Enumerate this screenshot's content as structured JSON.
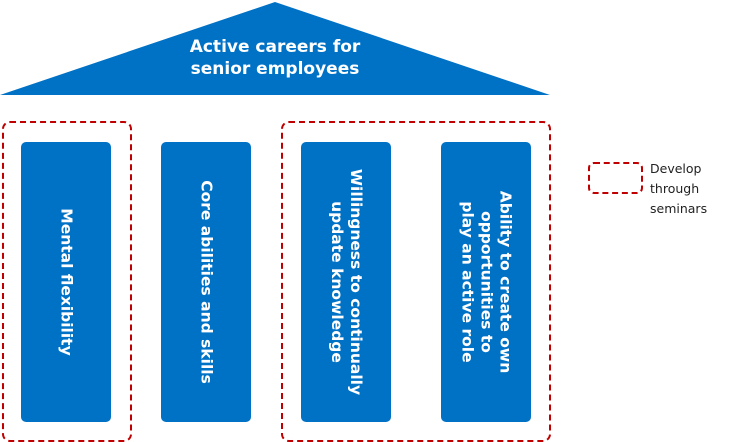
{
  "roof": {
    "title_lines": [
      "Active careers for",
      "senior employees"
    ]
  },
  "pillars": [
    {
      "lines": [
        "Mental flexibility"
      ]
    },
    {
      "lines": [
        "Core abilities and skills"
      ]
    },
    {
      "lines": [
        "Willingness to continually",
        "update knowledge"
      ]
    },
    {
      "lines": [
        "Ability to create own",
        "opportunities to",
        "play an active role"
      ]
    }
  ],
  "legend": {
    "label_lines": [
      "Develop through",
      "seminars"
    ]
  },
  "colors": {
    "pillar_fill": "#0072c6",
    "roof_fill": "#0072c6",
    "dash_border": "#c00000"
  }
}
